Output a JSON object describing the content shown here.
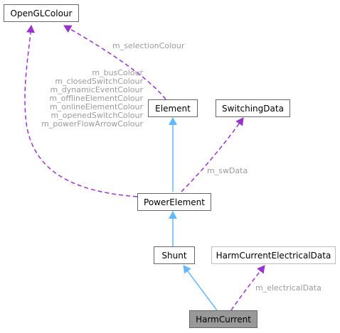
{
  "nodes": {
    "opengl_colour": "OpenGLColour",
    "element": "Element",
    "switching_data": "SwitchingData",
    "power_element": "PowerElement",
    "shunt": "Shunt",
    "harm_current_electrical_data": "HarmCurrentElectricalData",
    "harm_current": "HarmCurrent"
  },
  "edge_labels": {
    "selection_colour": "m_selectionColour",
    "sw_data": "m_swData",
    "electrical_data": "m_electricalData",
    "colour_members": [
      "m_busColour",
      "m_closedSwitchColour",
      "m_dynamicEventColour",
      "m_offlineElementColour",
      "m_onlineElementColour",
      "m_openedSwitchColour",
      "m_powerFlowArrowColour"
    ]
  },
  "colors": {
    "inheritance_edge": "#63b8ff",
    "usage_edge": "#9a32cd",
    "current_node_fill": "#999999",
    "label_text": "#9a9a9a"
  }
}
